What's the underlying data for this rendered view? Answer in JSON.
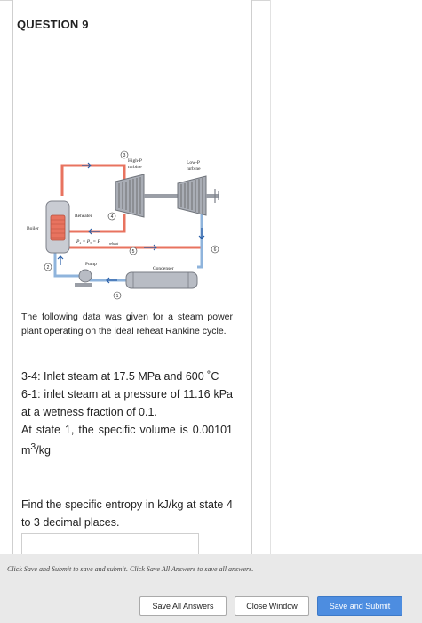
{
  "question": {
    "title": "QUESTION 9",
    "diagram": {
      "labels": {
        "high_p": "High-P",
        "high_p_2": "turbine",
        "low_p": "Low-P",
        "low_p_2": "turbine",
        "reheater": "Reheater",
        "boiler": "Boiler",
        "pump": "Pump",
        "condenser": "Condenser",
        "pressure_eq": "P₄ = P₅ = P",
        "pressure_sub": "reheat",
        "state_1": "1",
        "state_2": "2",
        "state_3": "3",
        "state_4": "4",
        "state_5": "5",
        "state_6": "6"
      },
      "colors": {
        "steam_hot": "#e8735f",
        "water_cold": "#8fb4dc",
        "arrow": "#2a5fa8"
      }
    },
    "intro": "The following data was given for a steam power plant operating on the ideal reheat Rankine cycle.",
    "data_line_1": "3-4: Inlet steam at 17.5 MPa and 600 ˚C",
    "data_line_2": "6-1: inlet steam at a pressure of 11.16 kPa at a wetness fraction of 0.1.",
    "data_line_3_prefix": "At state 1, the specific volume is 0.00101 m",
    "data_line_3_sup": "3",
    "data_line_3_suffix": "/kg",
    "prompt": "Find the specific entropy in kJ/kg at state 4 to 3 decimal places."
  },
  "footer": {
    "note": "Click Save and Submit to save and submit. Click Save All Answers to save all answers.",
    "save_all_label": "Save All Answers",
    "close_label": "Close Window",
    "submit_label": "Save and Submit"
  }
}
